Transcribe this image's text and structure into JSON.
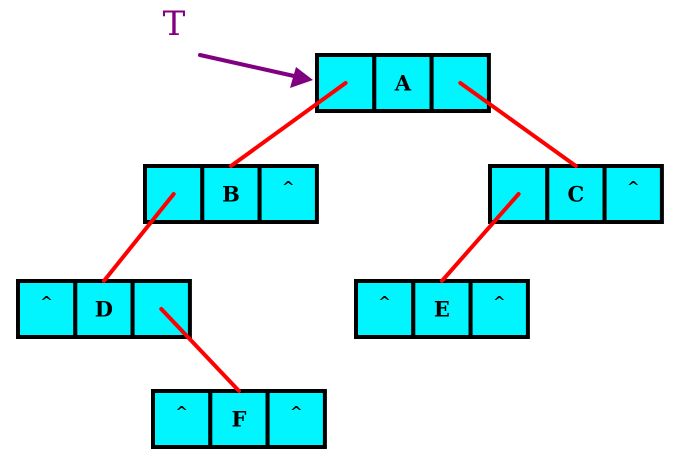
{
  "pointer": {
    "label": "T",
    "color": "#800080",
    "target": "A"
  },
  "colors": {
    "cell_fill": "#00f5ff",
    "cell_border": "#000000",
    "edge": "#ff0000"
  },
  "nodes": [
    {
      "id": "A",
      "left": "",
      "data": "A",
      "right": ""
    },
    {
      "id": "B",
      "left": "",
      "data": "B",
      "right": "^"
    },
    {
      "id": "C",
      "left": "",
      "data": "C",
      "right": "^"
    },
    {
      "id": "D",
      "left": "^",
      "data": "D",
      "right": ""
    },
    {
      "id": "E",
      "left": "^",
      "data": "E",
      "right": "^"
    },
    {
      "id": "F",
      "left": "^",
      "data": "F",
      "right": "^"
    }
  ],
  "edges": [
    {
      "from": "A",
      "side": "left",
      "to": "B"
    },
    {
      "from": "A",
      "side": "right",
      "to": "C"
    },
    {
      "from": "B",
      "side": "left",
      "to": "D"
    },
    {
      "from": "C",
      "side": "left",
      "to": "E"
    },
    {
      "from": "D",
      "side": "right",
      "to": "F"
    }
  ]
}
